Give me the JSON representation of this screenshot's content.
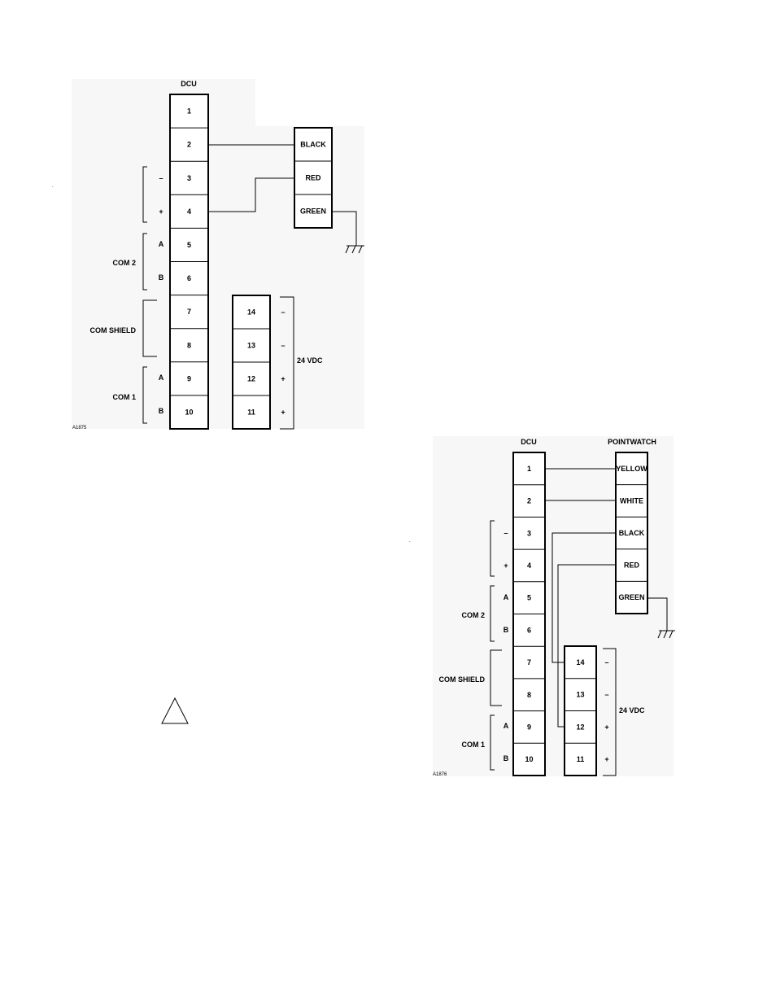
{
  "diagram1": {
    "dcu_title": "DCU",
    "dcu_terminals": [
      "1",
      "2",
      "3",
      "4",
      "5",
      "6",
      "7",
      "8",
      "9",
      "10"
    ],
    "power_terminals": [
      "14",
      "13",
      "12",
      "11"
    ],
    "power_signs": [
      "–",
      "–",
      "+",
      "+"
    ],
    "power_label": "24 VDC",
    "wire_labels": [
      "BLACK",
      "RED",
      "GREEN"
    ],
    "signs": {
      "minus": "–",
      "plus": "+"
    },
    "com2_label": "COM 2",
    "com2_a": "A",
    "com2_b": "B",
    "com_shield_label": "COM SHIELD",
    "com1_label": "COM 1",
    "com1_a": "A",
    "com1_b": "B",
    "figure_id": "A1875"
  },
  "diagram2": {
    "dcu_title": "DCU",
    "device_title": "POINTWATCH",
    "dcu_terminals": [
      "1",
      "2",
      "3",
      "4",
      "5",
      "6",
      "7",
      "8",
      "9",
      "10"
    ],
    "power_terminals": [
      "14",
      "13",
      "12",
      "11"
    ],
    "power_signs": [
      "–",
      "–",
      "+",
      "+"
    ],
    "power_label": "24 VDC",
    "wire_labels": [
      "YELLOW",
      "WHITE",
      "BLACK",
      "RED",
      "GREEN"
    ],
    "signs": {
      "minus": "–",
      "plus": "+"
    },
    "com2_label": "COM 2",
    "com2_a": "A",
    "com2_b": "B",
    "com_shield_label": "COM SHIELD",
    "com1_label": "COM 1",
    "com1_a": "A",
    "com1_b": "B",
    "figure_id": "A1876"
  },
  "caution_icon": "warning-triangle-icon"
}
